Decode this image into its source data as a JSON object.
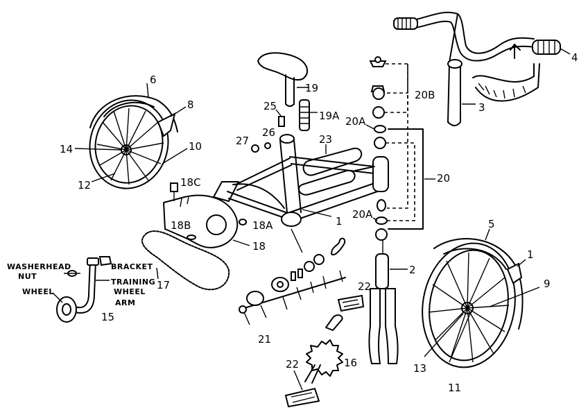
{
  "labels": {
    "n1a": "1",
    "n1b": "1",
    "n2": "2",
    "n3": "3",
    "n4": "4",
    "n5": "5",
    "n6": "6",
    "n8": "8",
    "n9": "9",
    "n10": "10",
    "n11": "11",
    "n12": "12",
    "n13": "13",
    "n14": "14",
    "n15": "15",
    "n16": "16",
    "n17": "17",
    "n18": "18",
    "n18a": "18A",
    "n18b": "18B",
    "n18c": "18C",
    "n19": "19",
    "n19a": "19A",
    "n20": "20",
    "n20a1": "20A",
    "n20a2": "20A",
    "n20b": "20B",
    "n21": "21",
    "n22a": "22",
    "n22b": "22",
    "n23": "23",
    "n25": "25",
    "n26": "26",
    "n27": "27"
  },
  "callouts": {
    "washerhead_nut_1": "WASHERHEAD",
    "washerhead_nut_2": "NUT",
    "wheel": "WHEEL",
    "bracket": "BRACKET",
    "training_wheel_arm_1": "TRAINING",
    "training_wheel_arm_2": "WHEEL",
    "training_wheel_arm_3": "ARM"
  },
  "colors": {
    "ink": "#000000",
    "paper": "#ffffff"
  }
}
